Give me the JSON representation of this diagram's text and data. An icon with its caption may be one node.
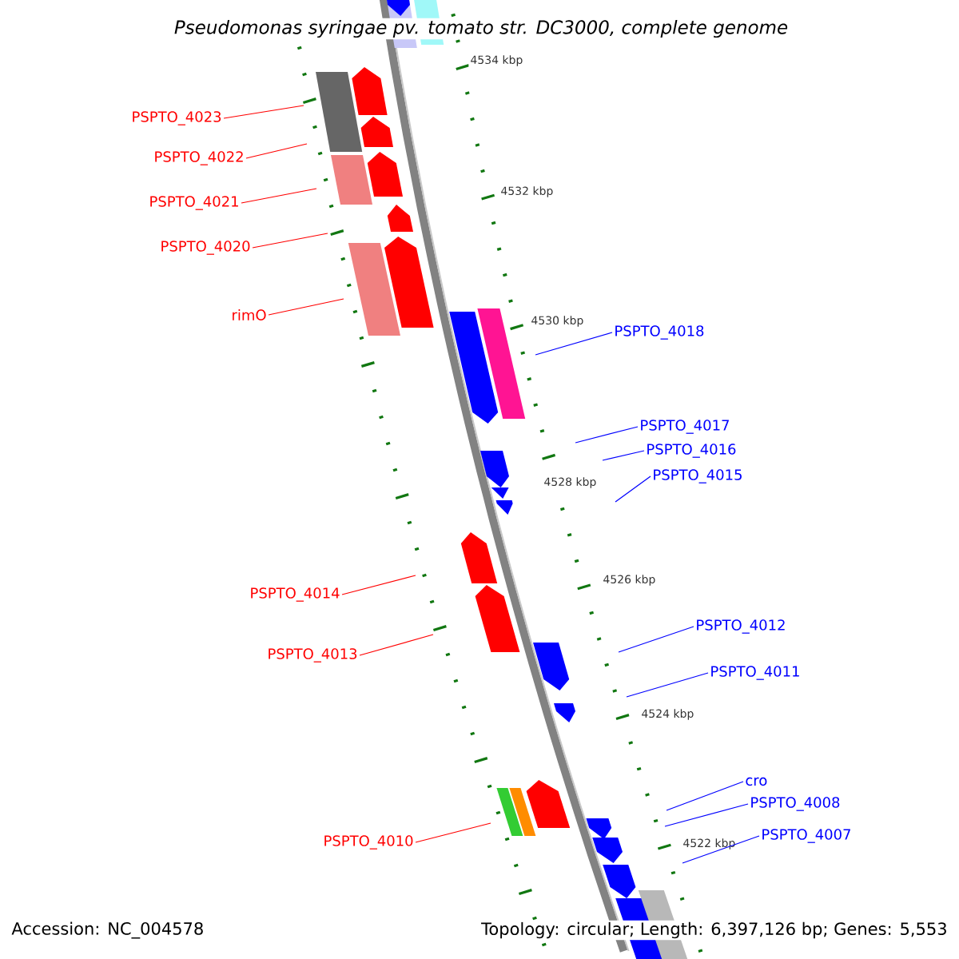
{
  "diagram": {
    "title": "Pseudomonas syringae pv. tomato str. DC3000, complete genome",
    "nodes": [
      {
        "text": [
          "PSPTO_4023"
        ]
      },
      {
        "text": [
          "PSPTO_4022"
        ]
      },
      {
        "text": [
          "PSPTO_4021"
        ]
      },
      {
        "text": [
          "PSPTO_4020"
        ]
      },
      {
        "text": [
          "rimO"
        ]
      },
      {
        "text": [
          "PSPTO_4018"
        ]
      },
      {
        "text": [
          "PSPTO_4017"
        ]
      },
      {
        "text": [
          "PSPTO_4016"
        ]
      },
      {
        "text": [
          "PSPTO_4015"
        ]
      },
      {
        "text": [
          "PSPTO_4014"
        ]
      },
      {
        "text": [
          "PSPTO_4012"
        ]
      },
      {
        "text": [
          "PSPTO_4013"
        ]
      },
      {
        "text": [
          "PSPTO_4011"
        ]
      },
      {
        "text": [
          "cro"
        ]
      },
      {
        "text": [
          "PSPTO_4008"
        ]
      },
      {
        "text": [
          "PSPTO_4007"
        ]
      },
      {
        "text": [
          "PSPTO_4010"
        ]
      }
    ],
    "edges": [
      {
        "from": 0,
        "to": null,
        "arrow": "none",
        "color": "#ff0000"
      },
      {
        "from": 1,
        "to": null,
        "arrow": "none",
        "color": "#ff0000"
      },
      {
        "from": 2,
        "to": null,
        "arrow": "none",
        "color": "#ff0000"
      },
      {
        "from": 3,
        "to": null,
        "arrow": "none",
        "color": "#ff0000"
      },
      {
        "from": 4,
        "to": null,
        "arrow": "none",
        "color": "#ff0000"
      },
      {
        "from": 5,
        "to": null,
        "arrow": "none"
      },
      {
        "from": 6,
        "to": null,
        "arrow": "none"
      },
      {
        "from": 7,
        "to": null,
        "arrow": "none"
      },
      {
        "from": 8,
        "to": null,
        "arrow": "none"
      },
      {
        "from": 9,
        "to": null,
        "arrow": "none",
        "color": "#ff0000"
      },
      {
        "from": 10,
        "to": null,
        "arrow": "none"
      },
      {
        "from": 11,
        "to": null,
        "arrow": "none",
        "color": "#ff0000"
      },
      {
        "from": 12,
        "to": null,
        "arrow": "none"
      },
      {
        "from": 13,
        "to": null,
        "arrow": "none"
      },
      {
        "from": 14,
        "to": null,
        "arrow": "none"
      },
      {
        "from": 15,
        "to": null,
        "arrow": "none"
      },
      {
        "from": 16,
        "to": null,
        "arrow": "none",
        "color": "#ff0000"
      }
    ],
    "labels": [
      "4534 kbp",
      "4532 kbp",
      "4530 kbp",
      "4528 kbp",
      "4526 kbp",
      "4524 kbp",
      "4522 kbp",
      "Accession: NC_004578",
      "Topology: circular; Length: 6,397,126 bp; Genes: 5,553"
    ]
  }
}
